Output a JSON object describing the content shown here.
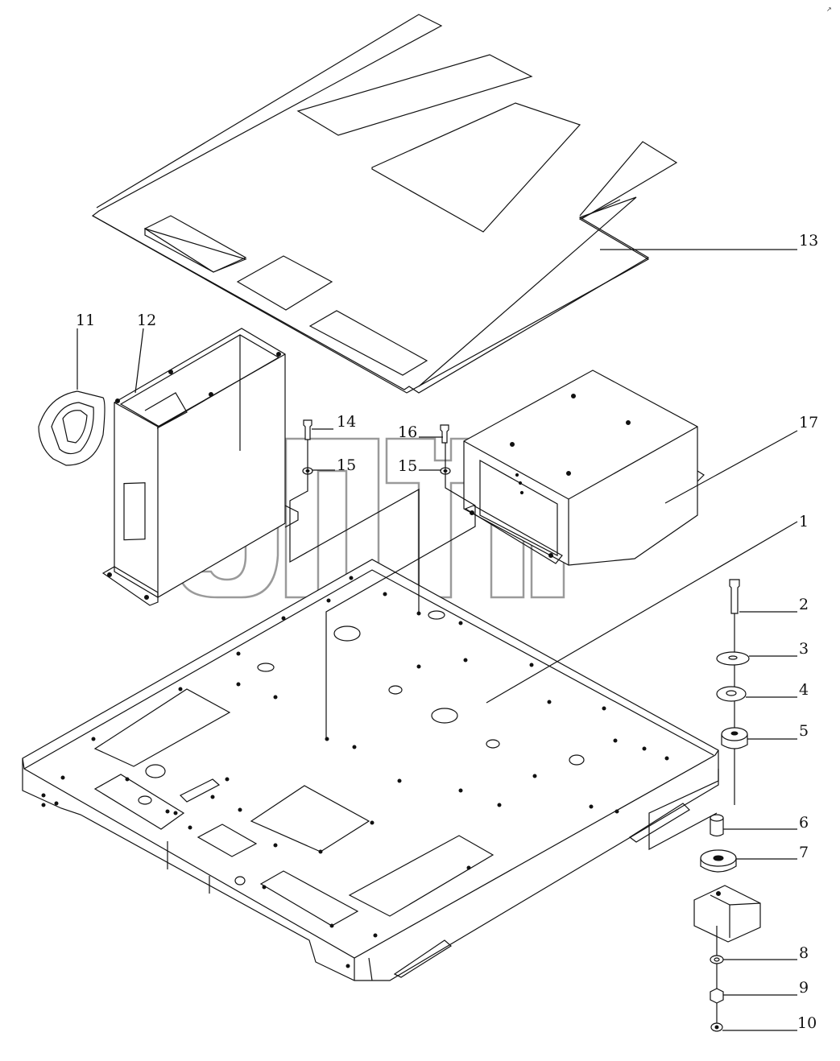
{
  "watermark": {
    "mark": "TM"
  },
  "corner_mark": "↗",
  "callouts": [
    {
      "num": "1"
    },
    {
      "num": "2"
    },
    {
      "num": "3"
    },
    {
      "num": "4"
    },
    {
      "num": "5"
    },
    {
      "num": "6"
    },
    {
      "num": "7"
    },
    {
      "num": "8"
    },
    {
      "num": "9"
    },
    {
      "num": "10"
    },
    {
      "num": "11"
    },
    {
      "num": "12"
    },
    {
      "num": "13"
    },
    {
      "num": "14"
    },
    {
      "num": "15"
    },
    {
      "num": "15"
    },
    {
      "num": "16"
    },
    {
      "num": "17"
    }
  ]
}
